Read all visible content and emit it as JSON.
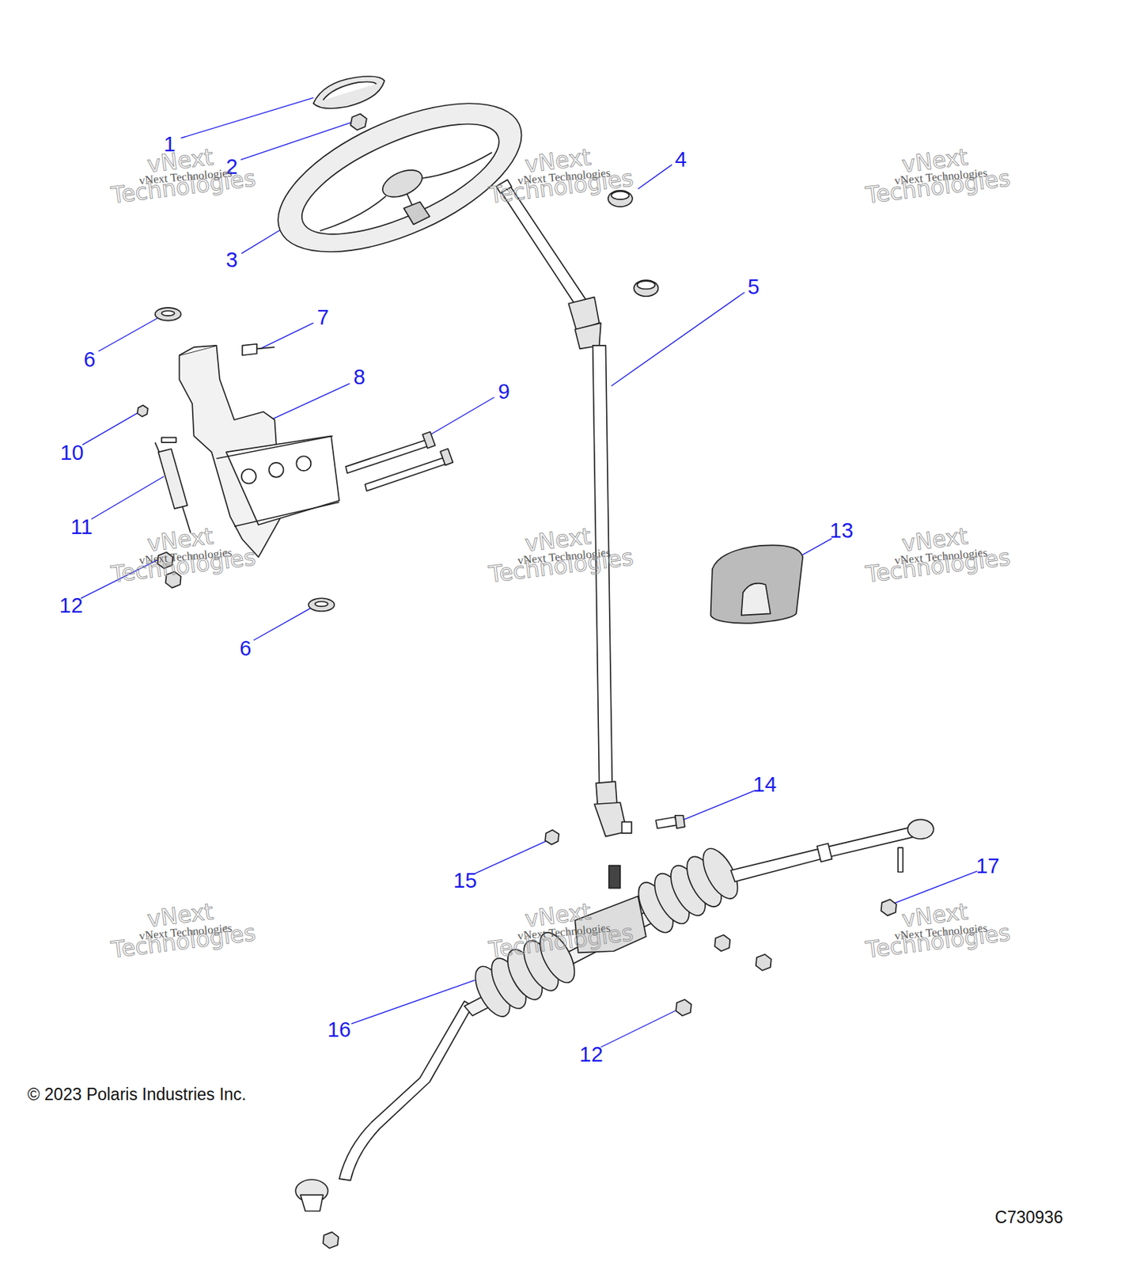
{
  "diagram": {
    "labels": [
      "1",
      "2",
      "3",
      "4",
      "5",
      "6",
      "7",
      "8",
      "9",
      "10",
      "11",
      "12",
      "13",
      "6",
      "14",
      "15",
      "17",
      "16",
      "12",
      "vNext Technologies",
      "vNext Technologies",
      "vNext Technologies",
      "vNext Technologies",
      "vNext Technologies",
      "vNext Technologies",
      "vNext Technologies",
      "vNext Technologies",
      "vNext Technologies",
      "vNext Technologies",
      "vNext Technologies",
      "vNext Technologies",
      "vNext Technologies",
      "vNext Technologies",
      "vNext Technologies",
      "vNext Technologies",
      "vNext Technologies",
      "vNext Technologies",
      "© 2023 Polaris Industries Inc.",
      "C730936"
    ]
  }
}
